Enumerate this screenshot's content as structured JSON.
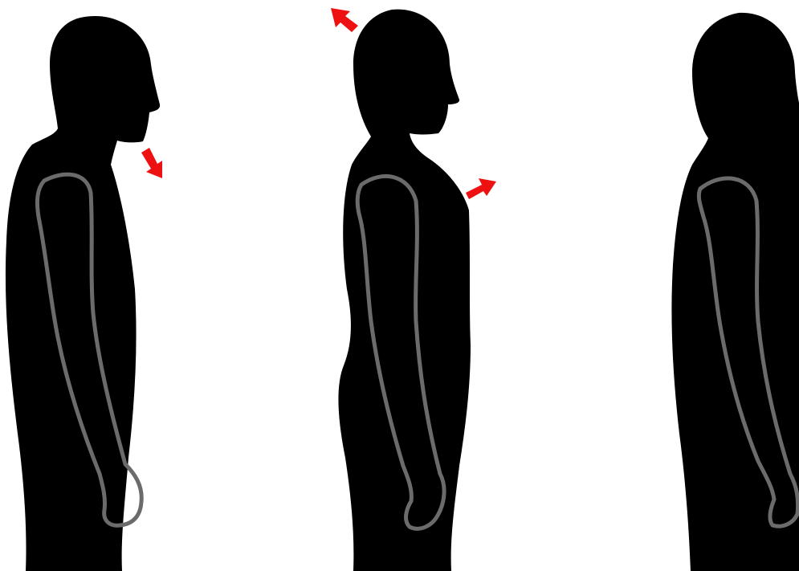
{
  "scene": {
    "background": "#ffffff",
    "silhouette_color": "#000000",
    "arm_outline_color": "#6b6b6b",
    "arrow_color": "#ee1111"
  },
  "figures": [
    {
      "id": "left",
      "posture": "head-forward",
      "arrows": [
        "chin-down-arrow"
      ]
    },
    {
      "id": "middle",
      "posture": "chest-up",
      "arrows": [
        "head-back-arrow",
        "chest-forward-arrow"
      ]
    },
    {
      "id": "right",
      "posture": "neutral",
      "arrows": []
    }
  ]
}
